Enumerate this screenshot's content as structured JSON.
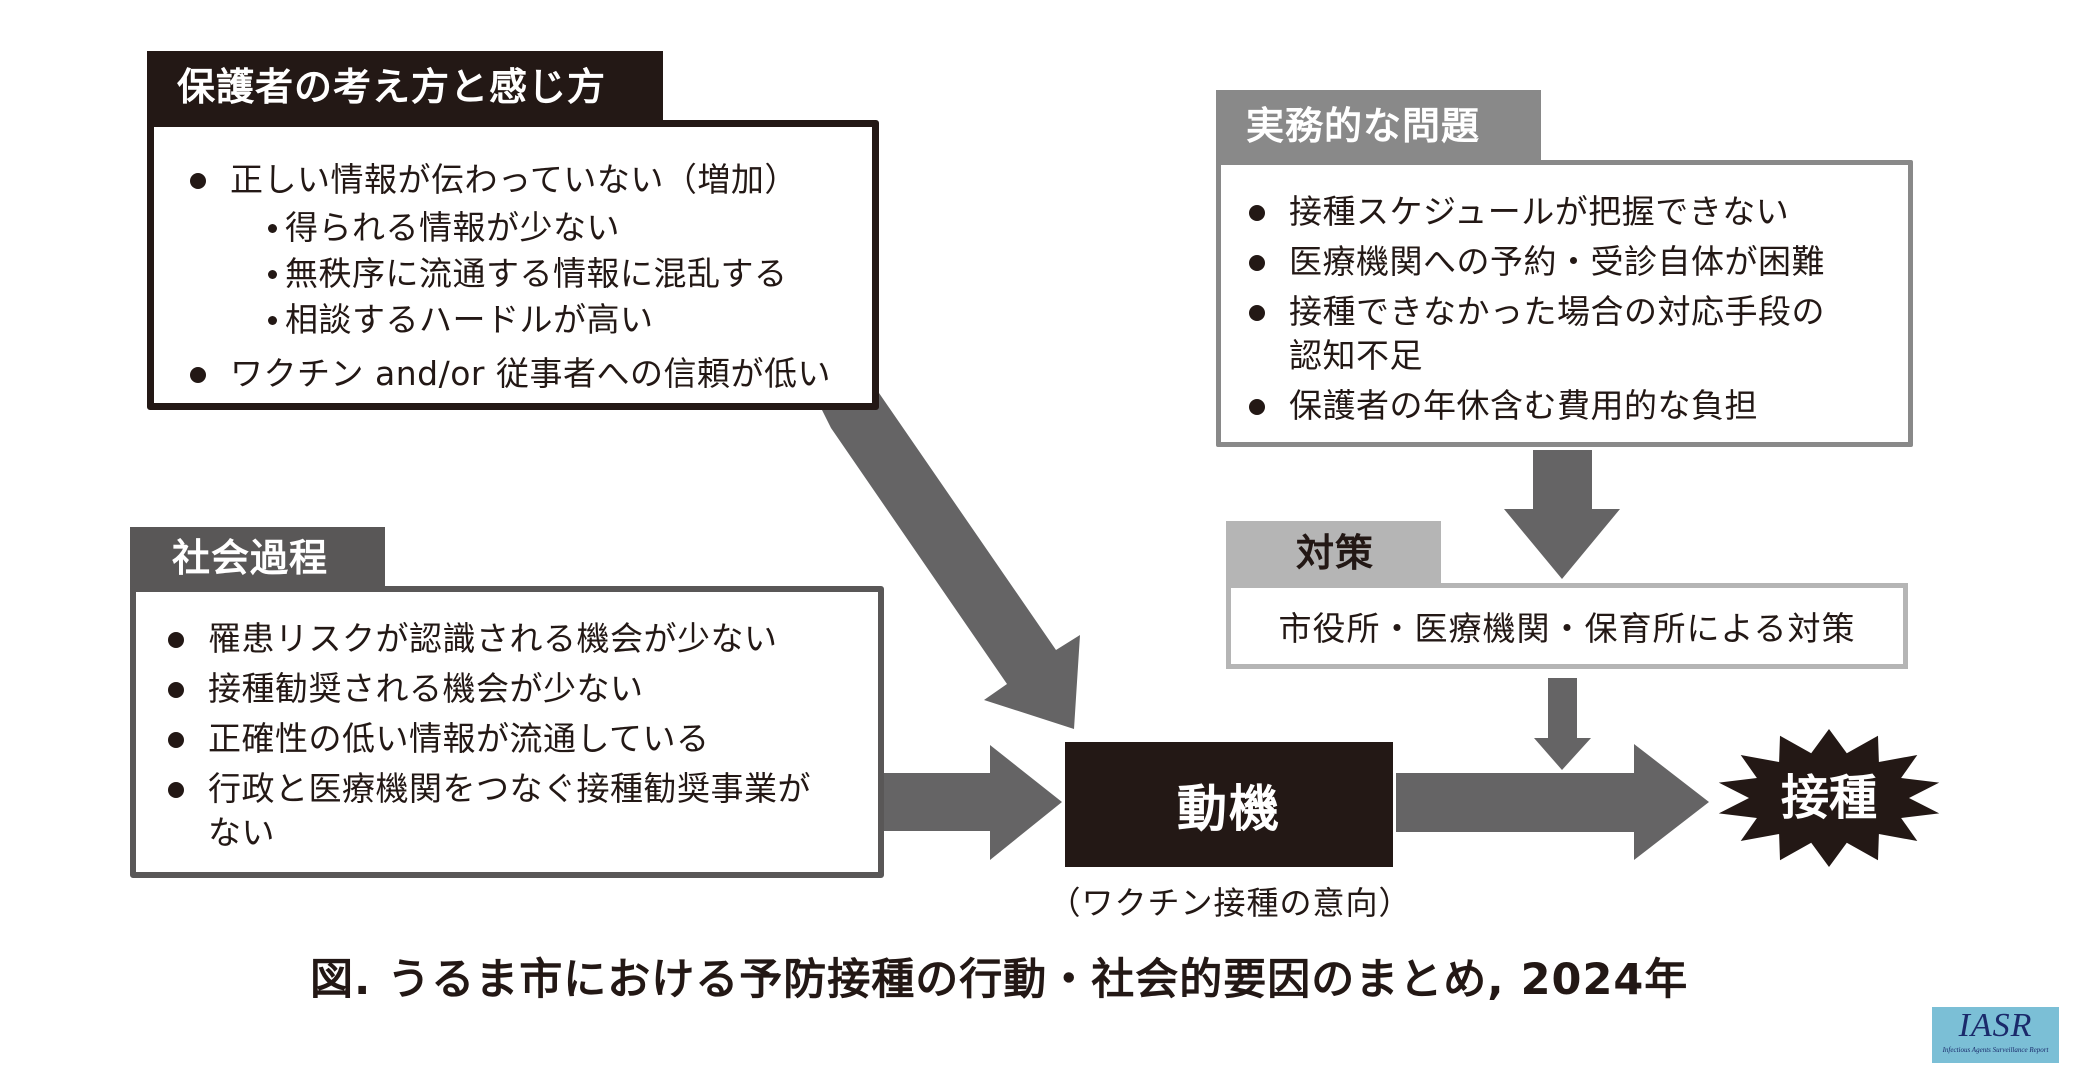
{
  "parents_box": {
    "title": "保護者の考え方と感じ方",
    "items": [
      {
        "level": 1,
        "text": "正しい情報が伝わっていない（増加）"
      },
      {
        "level": 2,
        "text": "得られる情報が少ない"
      },
      {
        "level": 2,
        "text": "無秩序に流通する情報に混乱する"
      },
      {
        "level": 2,
        "text": "相談するハードルが高い"
      },
      {
        "level": 1,
        "text": "ワクチン and/or 従事者への信頼が低い"
      }
    ]
  },
  "practical_box": {
    "title": "実務的な問題",
    "items": [
      {
        "text": "接種スケジュールが把握できない"
      },
      {
        "text": "医療機関への予約・受診自体が困難"
      },
      {
        "text": "接種できなかった場合の対応手段の",
        "cont": "認知不足"
      },
      {
        "text": "保護者の年休含む費用的な負担"
      }
    ]
  },
  "measures_box": {
    "title": "対策",
    "text": "市役所・医療機関・保育所による対策"
  },
  "social_box": {
    "title": "社会過程",
    "items": [
      {
        "text": "罹患リスクが認識される機会が少ない"
      },
      {
        "text": "接種勧奨される機会が少ない"
      },
      {
        "text": "正確性の低い情報が流通している"
      },
      {
        "text": "行政と医療機関をつなぐ接種勧奨事業が",
        "cont": "ない"
      }
    ]
  },
  "motivation": {
    "label": "動機",
    "sublabel": "（ワクチン接種の意向）"
  },
  "outcome": {
    "label": "接種"
  },
  "caption": "図. うるま市における予防接種の行動・社会的要因のまとめ, 2024年",
  "logo": {
    "text": "IASR",
    "subtext": "Infectious Agents Surveillance Report"
  },
  "colors": {
    "black": "#231815",
    "dark_gray": "#595757",
    "mid_gray": "#898989",
    "light_gray": "#b5b5b5",
    "arrow_gray": "#656465",
    "logo_bg": "#7bbfd6",
    "logo_text": "#1b2a6b"
  }
}
